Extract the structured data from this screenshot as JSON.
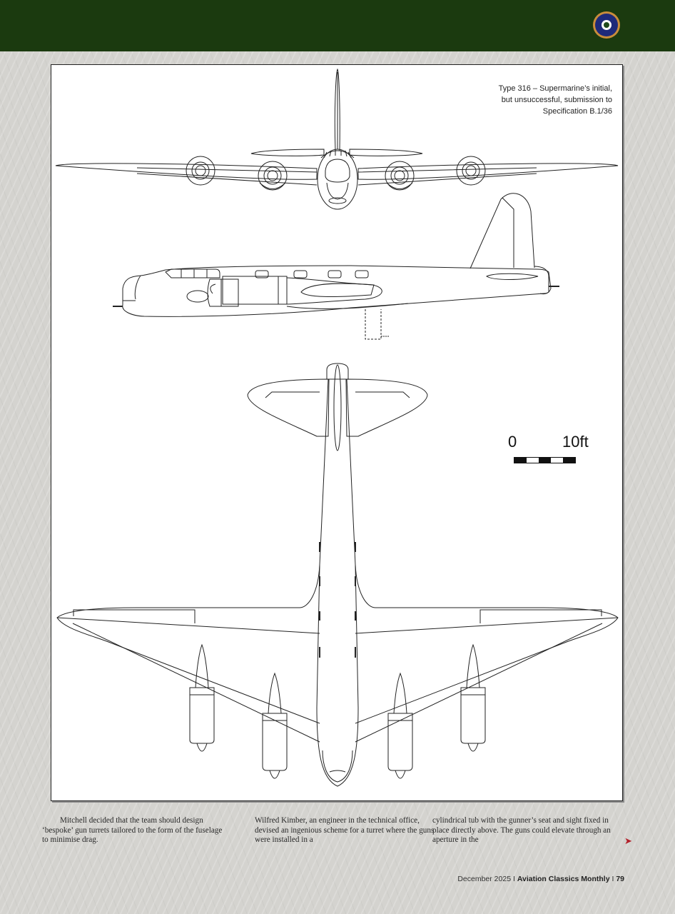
{
  "header": {
    "band_color": "#1b3a0f",
    "roundel": {
      "icon": "raf-roundel-icon",
      "colors": {
        "outer": "#c98d3b",
        "ring": "#1e2a7a",
        "inner_ring": "#ffffff",
        "center": "#1e4a1a"
      }
    }
  },
  "figure": {
    "caption_lines": [
      "Type 316 – Supermarine’s initial,",
      "but unsuccessful, submission to",
      "Specification B.1/36"
    ],
    "views": [
      "front-view",
      "side-view",
      "top-view"
    ],
    "scale": {
      "start_label": "0",
      "end_label": "10ft",
      "segments": 5
    }
  },
  "article": {
    "columns": [
      {
        "text": "Mitchell decided that the team should design ‘bespoke’ gun turrets tailored to the form of the fuselage to minimise drag."
      },
      {
        "text": "Wilfred Kimber, an engineer in the technical office, devised an ingenious scheme for a turret where the guns were installed in a"
      },
      {
        "text": "cylindrical tub with the gunner’s seat and sight fixed in place directly above. The guns could elevate through an aperture in the"
      }
    ],
    "continue_icon": "➤",
    "continue_color": "#b3202a"
  },
  "footer": {
    "date": "December 2025",
    "separator": " I ",
    "publication": "Aviation Classics Monthly",
    "page_number": "79"
  }
}
